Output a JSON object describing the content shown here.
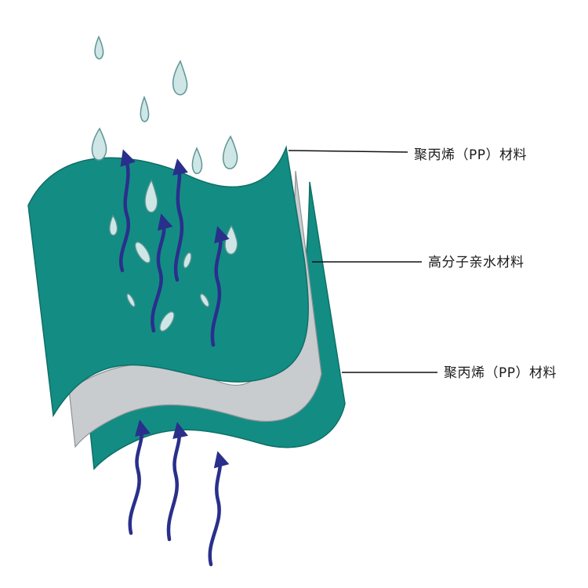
{
  "labels": {
    "top_layer": "聚丙烯（PP）材料",
    "middle_layer": "高分子亲水材料",
    "bottom_layer": "聚丙烯（PP）材料"
  },
  "colors": {
    "pp_layer": "#138d83",
    "pp_layer_dark": "#0e6f67",
    "hydrophilic_layer": "#c9cccf",
    "arrow": "#2a2f8c",
    "droplet": "#cfe6e6",
    "droplet_outline": "#5f9494",
    "leader_line": "#111111"
  }
}
